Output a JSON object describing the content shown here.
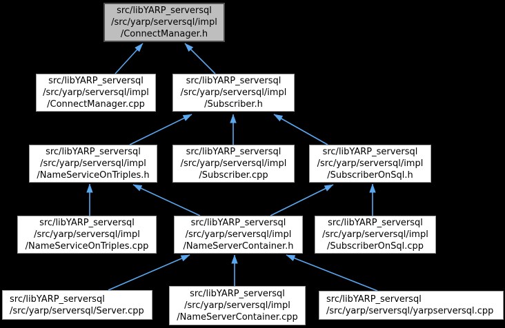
{
  "graph": {
    "background_color": "#000000",
    "edge_color": "#5ba8f0",
    "node_fill": "#ffffff",
    "node_border_color": "#9d9d9d",
    "highlight_node_fill": "#bebebe",
    "highlight_node_border_color": "#4d4d4d",
    "text_color": "#000000",
    "nodes": [
      {
        "id": "connect-manager-h",
        "highlighted": true,
        "lines": [
          "src/libYARP_serversql",
          "/src/yarp/serversql/impl",
          "/ConnectManager.h"
        ]
      },
      {
        "id": "connect-manager-cpp",
        "highlighted": false,
        "lines": [
          "src/libYARP_serversql",
          "/src/yarp/serversql/impl",
          "/ConnectManager.cpp"
        ]
      },
      {
        "id": "subscriber-h",
        "highlighted": false,
        "lines": [
          "src/libYARP_serversql",
          "/src/yarp/serversql/impl",
          "/Subscriber.h"
        ]
      },
      {
        "id": "name-service-on-triples-h",
        "highlighted": false,
        "lines": [
          "src/libYARP_serversql",
          "/src/yarp/serversql/impl",
          "/NameServiceOnTriples.h"
        ]
      },
      {
        "id": "subscriber-cpp",
        "highlighted": false,
        "lines": [
          "src/libYARP_serversql",
          "/src/yarp/serversql/impl",
          "/Subscriber.cpp"
        ]
      },
      {
        "id": "subscriber-on-sql-h",
        "highlighted": false,
        "lines": [
          "src/libYARP_serversql",
          "/src/yarp/serversql/impl",
          "/SubscriberOnSql.h"
        ]
      },
      {
        "id": "name-service-on-triples-cpp",
        "highlighted": false,
        "lines": [
          "src/libYARP_serversql",
          "/src/yarp/serversql/impl",
          "/NameServiceOnTriples.cpp"
        ]
      },
      {
        "id": "name-server-container-h",
        "highlighted": false,
        "lines": [
          "src/libYARP_serversql",
          "/src/yarp/serversql/impl",
          "/NameServerContainer.h"
        ]
      },
      {
        "id": "subscriber-on-sql-cpp",
        "highlighted": false,
        "lines": [
          "src/libYARP_serversql",
          "/src/yarp/serversql/impl",
          "/SubscriberOnSql.cpp"
        ]
      },
      {
        "id": "server-cpp",
        "highlighted": false,
        "lines": [
          "src/libYARP_serversql",
          "/src/yarp/serversql/Server.cpp"
        ]
      },
      {
        "id": "name-server-container-cpp",
        "highlighted": false,
        "lines": [
          "src/libYARP_serversql",
          "/src/yarp/serversql/impl",
          "/NameServerContainer.cpp"
        ]
      },
      {
        "id": "yarpserversql-cpp",
        "highlighted": false,
        "lines": [
          "src/libYARP_serversql",
          "/src/yarp/serversql/yarpserversql.cpp"
        ]
      }
    ],
    "edges": [
      {
        "from": "connect-manager-cpp",
        "to": "connect-manager-h"
      },
      {
        "from": "subscriber-h",
        "to": "connect-manager-h"
      },
      {
        "from": "name-service-on-triples-h",
        "to": "subscriber-h"
      },
      {
        "from": "subscriber-cpp",
        "to": "subscriber-h"
      },
      {
        "from": "subscriber-on-sql-h",
        "to": "subscriber-h"
      },
      {
        "from": "name-service-on-triples-cpp",
        "to": "name-service-on-triples-h"
      },
      {
        "from": "name-server-container-h",
        "to": "name-service-on-triples-h"
      },
      {
        "from": "name-server-container-h",
        "to": "subscriber-on-sql-h"
      },
      {
        "from": "subscriber-on-sql-cpp",
        "to": "subscriber-on-sql-h"
      },
      {
        "from": "server-cpp",
        "to": "name-server-container-h"
      },
      {
        "from": "name-server-container-cpp",
        "to": "name-server-container-h"
      },
      {
        "from": "yarpserversql-cpp",
        "to": "name-server-container-h"
      }
    ]
  }
}
